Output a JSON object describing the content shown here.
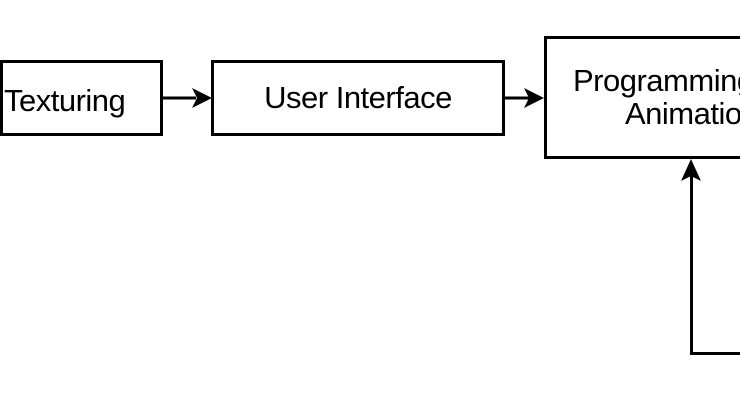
{
  "diagram": {
    "background_color": "#ffffff",
    "stroke_color": "#000000",
    "text_color": "#000000",
    "nodes": {
      "texturing": {
        "label": "Texturing"
      },
      "user_interface": {
        "label": "User Interface"
      },
      "programming_animation": {
        "lines": [
          "Programming",
          "Animation"
        ]
      }
    },
    "connectors": [
      {
        "from": "texturing",
        "to": "user_interface",
        "direction": "right"
      },
      {
        "from": "user_interface",
        "to": "programming_animation",
        "direction": "right"
      },
      {
        "from": "offscreen-bottom-right",
        "to": "programming_animation",
        "direction": "up",
        "shape": "L"
      }
    ]
  }
}
